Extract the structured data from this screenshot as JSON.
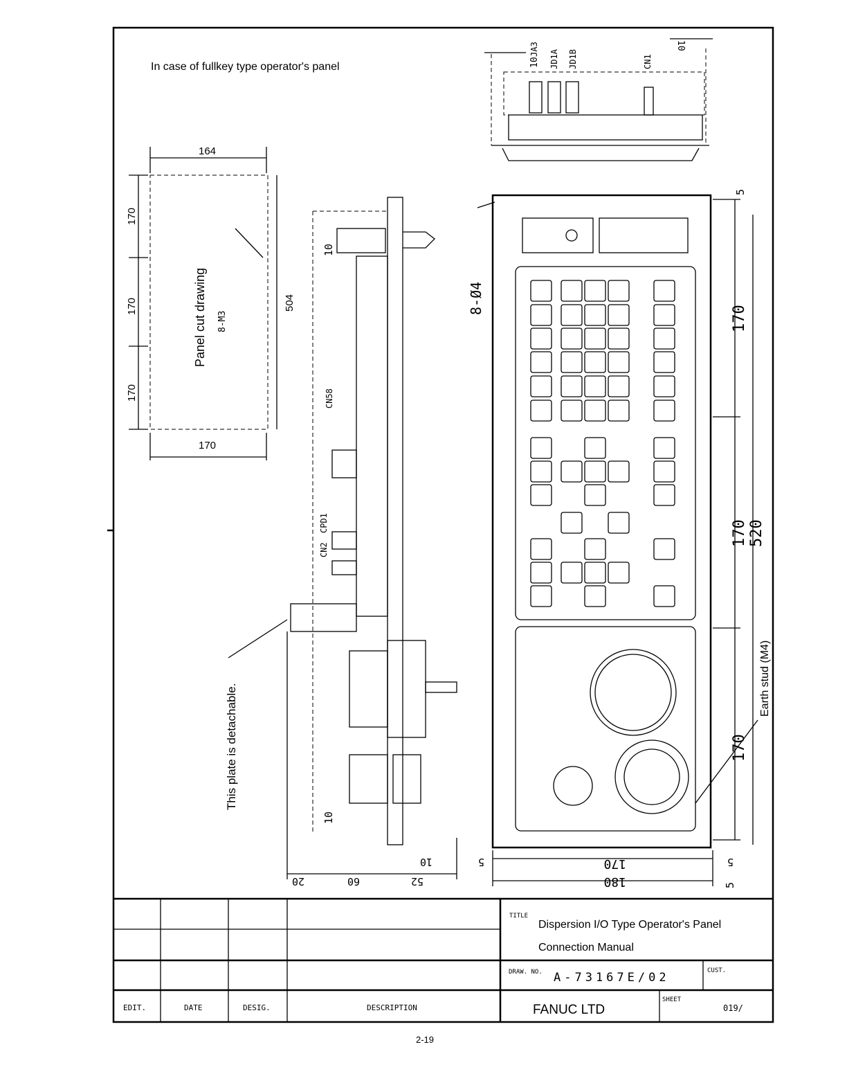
{
  "heading": "In case of fullkey type operator's panel",
  "connectors": {
    "ja3": "JA3",
    "jd1a": "JD1A",
    "jd1b": "JD1B",
    "cn1": "CN1",
    "dim_left": "10",
    "dim_right": "10"
  },
  "panel_cut": {
    "title": "Panel cut drawing",
    "screw": "8-M3",
    "dim_top": "164",
    "dim_bottom": "170",
    "dim_right": "504",
    "dim_left": [
      "170",
      "170",
      "170"
    ]
  },
  "side_view": {
    "dim_top": "10",
    "dim_bottom": "10",
    "cn58": "CN58",
    "cn2": "CN2",
    "cpd1": "CPD1",
    "note": "This plate is detachable.",
    "bottom_dims": [
      "20",
      "60",
      "52",
      "10"
    ]
  },
  "front_view": {
    "holes": "8-Ø4",
    "earth": "Earth stud (M4)",
    "right_dims": [
      "5",
      "170",
      "520",
      "170",
      "170",
      "5"
    ],
    "bottom_dims": {
      "left": "5",
      "inner": "170",
      "right": "5",
      "overall": "180"
    }
  },
  "title_block": {
    "title_label": "TITLE",
    "title_line1": "Dispersion I/O Type Operator's Panel",
    "title_line2": "Connection Manual",
    "drawing_no_label": "DRAW. NO.",
    "drawing_no": "A-73167E/02",
    "cust_label": "CUST.",
    "company": "FANUC LTD",
    "sheet_label": "SHEET",
    "sheet": "019/",
    "columns": [
      "EDIT.",
      "DATE",
      "DESIG.",
      "DESCRIPTION"
    ]
  },
  "page_number": "2-19"
}
